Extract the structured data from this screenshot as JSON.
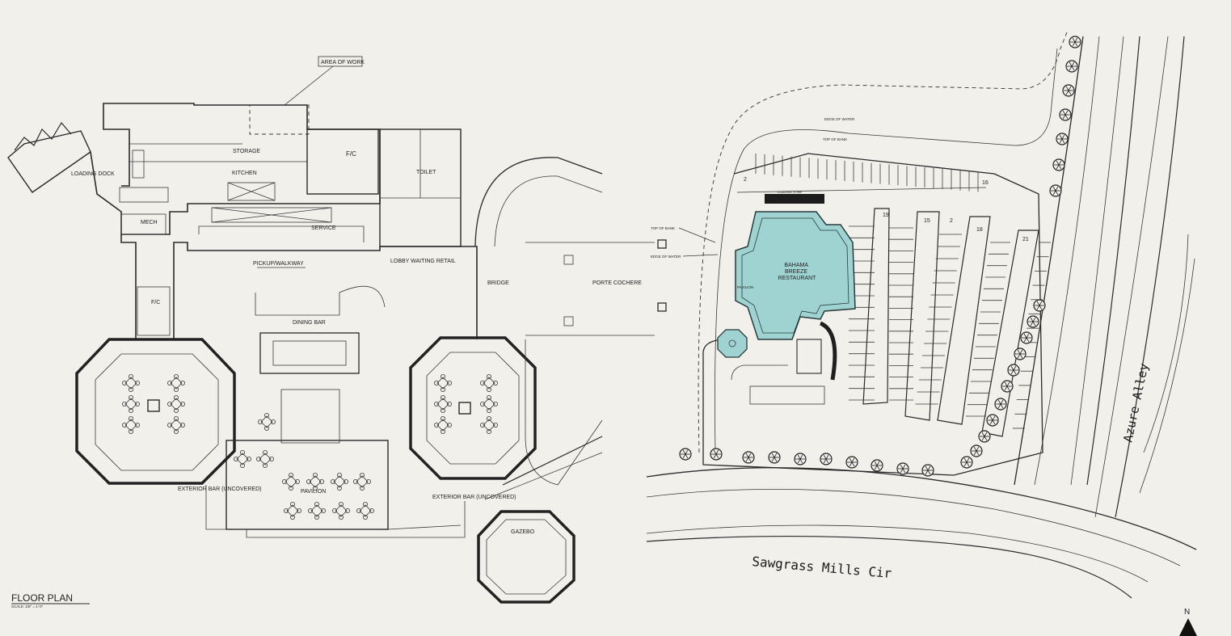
{
  "floor_plan": {
    "title": "FLOOR PLAN",
    "scale": "SCALE: 1/8\" = 1'-0\"",
    "rooms": {
      "area_of_work": "AREA OF WORK",
      "loading_dock": "LOADING DOCK",
      "storage": "STORAGE",
      "kitchen": "KITCHEN",
      "fc_top": "F/C",
      "toilet": "TOILET",
      "mech": "MECH",
      "service": "SERVICE",
      "pickup_walkway": "PICKUP/WALKWAY",
      "lobby_waiting_retail": "LOBBY WAITING RETAIL",
      "bridge": "BRIDGE",
      "porte_cochere": "PORTE COCHERE",
      "fc_left": "F/C",
      "dining_bar": "DINING BAR",
      "pavilion": "PAVILION",
      "exterior_bar_left": "EXTERIOR BAR (UNCOVERED)",
      "exterior_bar_right": "EXTERIOR BAR (UNCOVERED)",
      "gazebo": "GAZEBO"
    }
  },
  "site_plan": {
    "restaurant": "BAHAMA BREEZE RESTAURANT",
    "pavilion": "PAVILION",
    "edge_of_water_top": "EDGE OF WATER",
    "top_of_bank_top": "TOP OF BANK",
    "top_of_bank_left": "TOP OF BANK",
    "edge_of_water_left": "EDGE OF WATER",
    "loading_zone": "LOADING ZONE",
    "road_bottom": "Sawgrass Mills Cir",
    "road_right": "Azure Alley",
    "north": "N",
    "stall_counts": [
      "2",
      "16",
      "19",
      "15",
      "2",
      "18",
      "21"
    ]
  },
  "colors": {
    "restaurant_fill": "#9fd3d1",
    "paper": "#f2f0eb",
    "ink": "#222222"
  }
}
